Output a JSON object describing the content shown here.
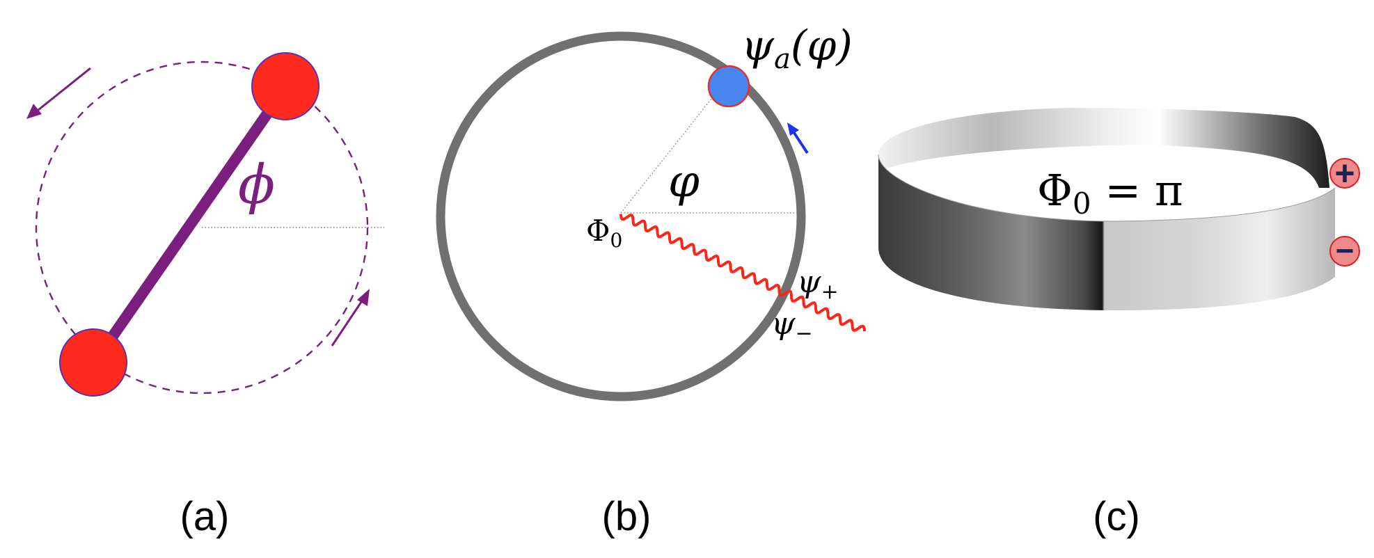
{
  "panels": {
    "a": {
      "caption": "(a)",
      "angle_label": "ϕ",
      "colors": {
        "rod": "#7a1f7e",
        "mass": "#ff2a1e",
        "mass_edge": "#5a2fb0",
        "path": "#7a1f7e"
      }
    },
    "b": {
      "caption": "(b)",
      "wavefunction_label": "ψ",
      "wavefunction_sub": "a",
      "wavefunction_arg": "(φ)",
      "angle_label": "φ",
      "flux_label": "Φ",
      "flux_sub": "0",
      "branch_plus": "ψ",
      "branch_plus_sub": "+",
      "branch_minus": "ψ",
      "branch_minus_sub": "−",
      "colors": {
        "ring": "#707070",
        "particle": "#4a86f0",
        "particle_edge": "#e03030",
        "branch_cut": "#ff2418",
        "arrow": "#1a35e8"
      }
    },
    "c": {
      "caption": "(c)",
      "flux_label": "Φ",
      "flux_sub": "0",
      "equation_rest": " = π",
      "plus_symbol": "+",
      "minus_symbol": "−",
      "colors": {
        "badge_fill": "#f08a8a",
        "badge_edge": "#d82020",
        "badge_symbol": "#1b2350"
      }
    }
  }
}
